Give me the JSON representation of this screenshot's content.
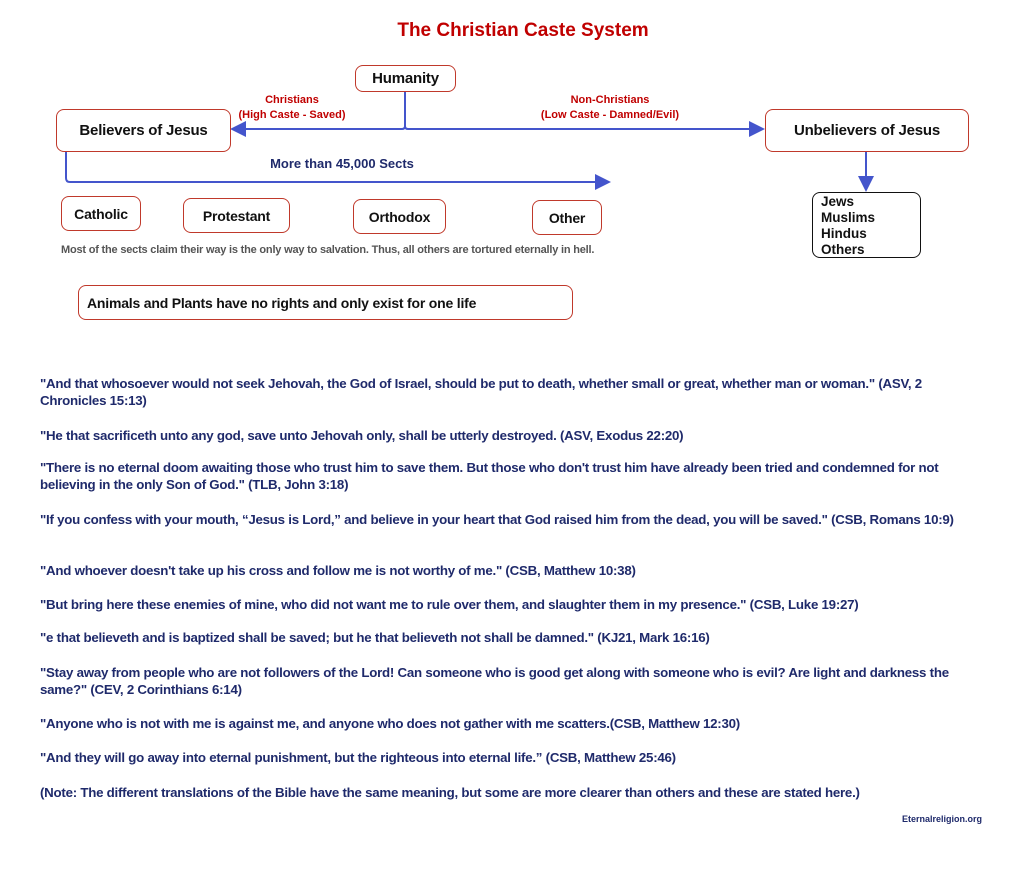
{
  "title": "The Christian Caste System",
  "diagram": {
    "root": "Humanity",
    "left_branch": {
      "label_line1": "Christians",
      "label_line2": "(High Caste - Saved)",
      "node": "Believers of Jesus"
    },
    "right_branch": {
      "label_line1": "Non-Christians",
      "label_line2": "(Low Caste - Damned/Evil)",
      "node": "Unbelievers of Jesus"
    },
    "sects_label": "More than 45,000 Sects",
    "sects": [
      "Catholic",
      "Protestant",
      "Orthodox",
      "Other"
    ],
    "sects_note": "Most of the sects claim their way is the only way to salvation. Thus, all others are tortured eternally in hell.",
    "unbelievers": [
      "Jews",
      "Muslims",
      "Hindus",
      "Others"
    ],
    "animals_note": "Animals and Plants have no rights and only exist for one life"
  },
  "quotes": [
    "\"And that whosoever would not seek Jehovah, the God of Israel, should be put to death, whether small or great, whether man or woman.\" (ASV, 2 Chronicles 15:13)",
    "\"He that sacrificeth unto any god, save unto Jehovah only, shall be utterly destroyed. (ASV, Exodus 22:20)",
    "\"There is no eternal doom awaiting those who trust him to save them. But those who don't trust him have already been tried and condemned for not believing in the only Son of God.\" (TLB, John 3:18)",
    "\"If you confess with your mouth,   “Jesus is Lord,”   and believe in your heart that God raised him from the dead, you will be saved.\" (CSB, Romans 10:9)",
    "\"And whoever doesn't take up his cross and follow me is not worthy of me.\" (CSB, Matthew 10:38)",
    "\"But bring here these enemies of mine, who did not want me to rule over them, and slaughter them in my presence.\" (CSB, Luke 19:27)",
    "\"e that believeth and is baptized shall be saved; but he that believeth not shall be damned.\" (KJ21, Mark 16:16)",
    "\"Stay away from people who are not followers of the Lord! Can someone who is good get along with someone who is evil? Are light and darkness the same?\" (CEV, 2 Corinthians 6:14)",
    "\"Anyone who is not with me is against me, and anyone who does not gather with me scatters.(CSB, Matthew 12:30)",
    "\"And they will go away into eternal punishment, but the righteous into eternal life.”  (CSB, Matthew 25:46)",
    "(Note: The different translations of the Bible have the same meaning, but some are more clearer than others and these are stated here.)"
  ],
  "footer": "Eternalreligion.org",
  "colors": {
    "title": "#c00000",
    "arrow": "#4455cc",
    "text": "#1f2a6b"
  }
}
